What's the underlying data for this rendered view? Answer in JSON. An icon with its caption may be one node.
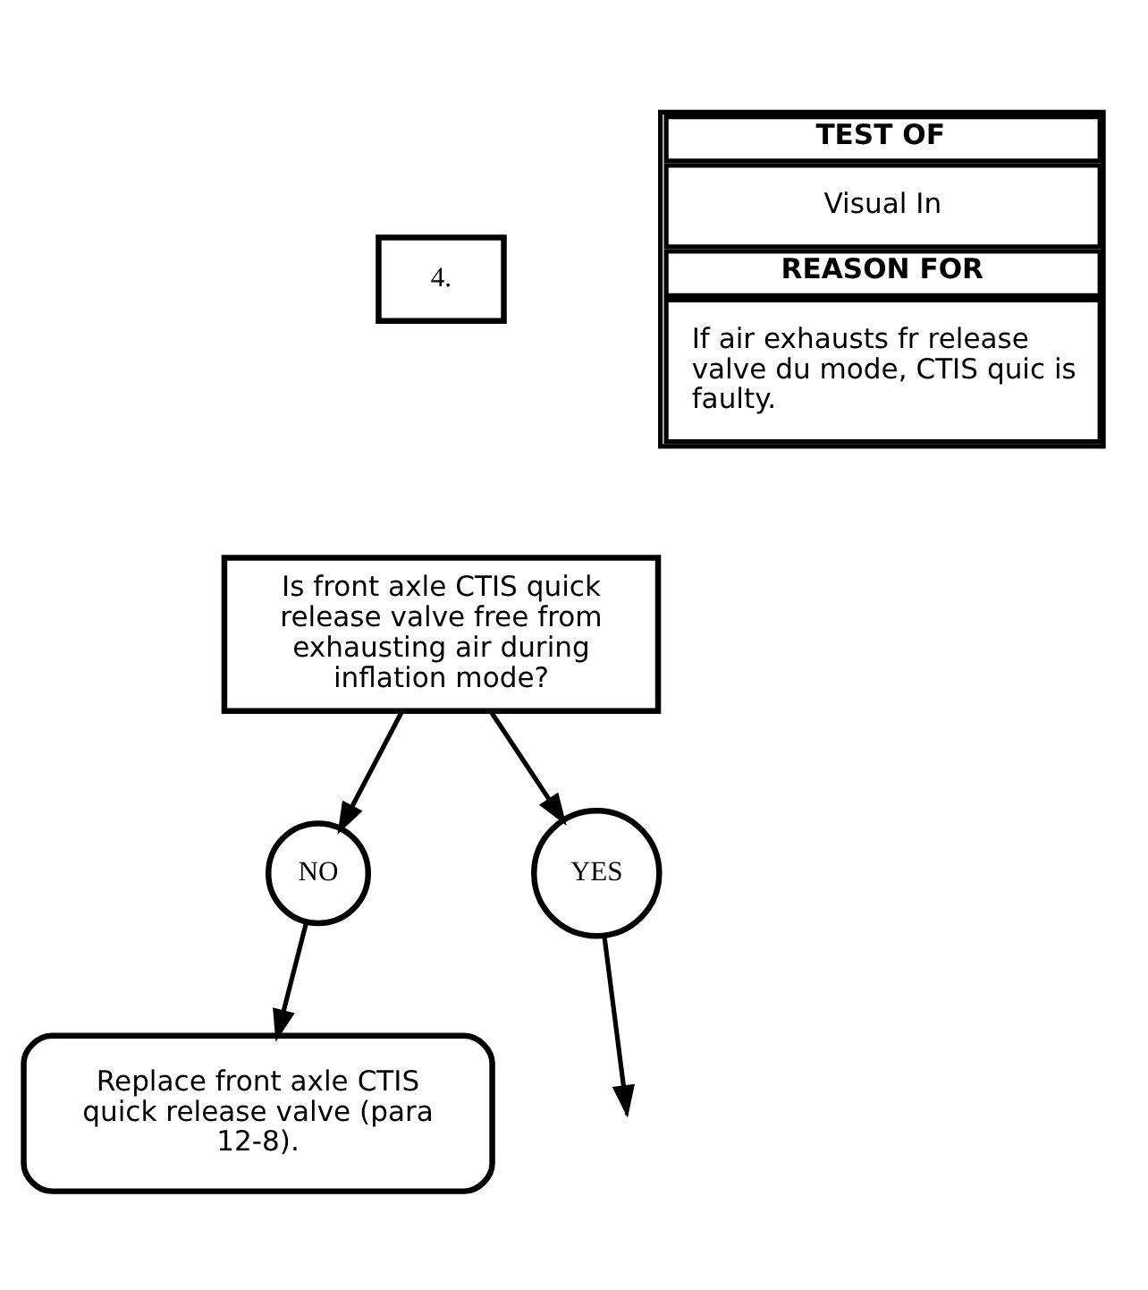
{
  "diagram": {
    "nodes": [
      {
        "text": [
          "4."
        ]
      },
      {
        "text": [
          "Is front axle CTIS quick release valve free from exhausting air during inflation mode?"
        ]
      },
      {
        "text": [
          "NO"
        ]
      },
      {
        "text": [
          "YES"
        ]
      },
      {
        "text": [
          "Replace front axle CTIS quick release valve (para 12-8)."
        ]
      },
      {
        "text": [
          "TEST OF",
          "Visual In",
          "REASON FOR",
          "If air exhausts fr release valve du mode, CTIS quic is faulty."
        ]
      }
    ],
    "edges": [
      {
        "from": 1,
        "to": 2,
        "arrow": "to"
      },
      {
        "from": 2,
        "to": 4,
        "arrow": "to"
      },
      {
        "from": 1,
        "to": 3,
        "arrow": "to"
      },
      {
        "from": 3,
        "to": null,
        "arrow": "to"
      }
    ]
  }
}
